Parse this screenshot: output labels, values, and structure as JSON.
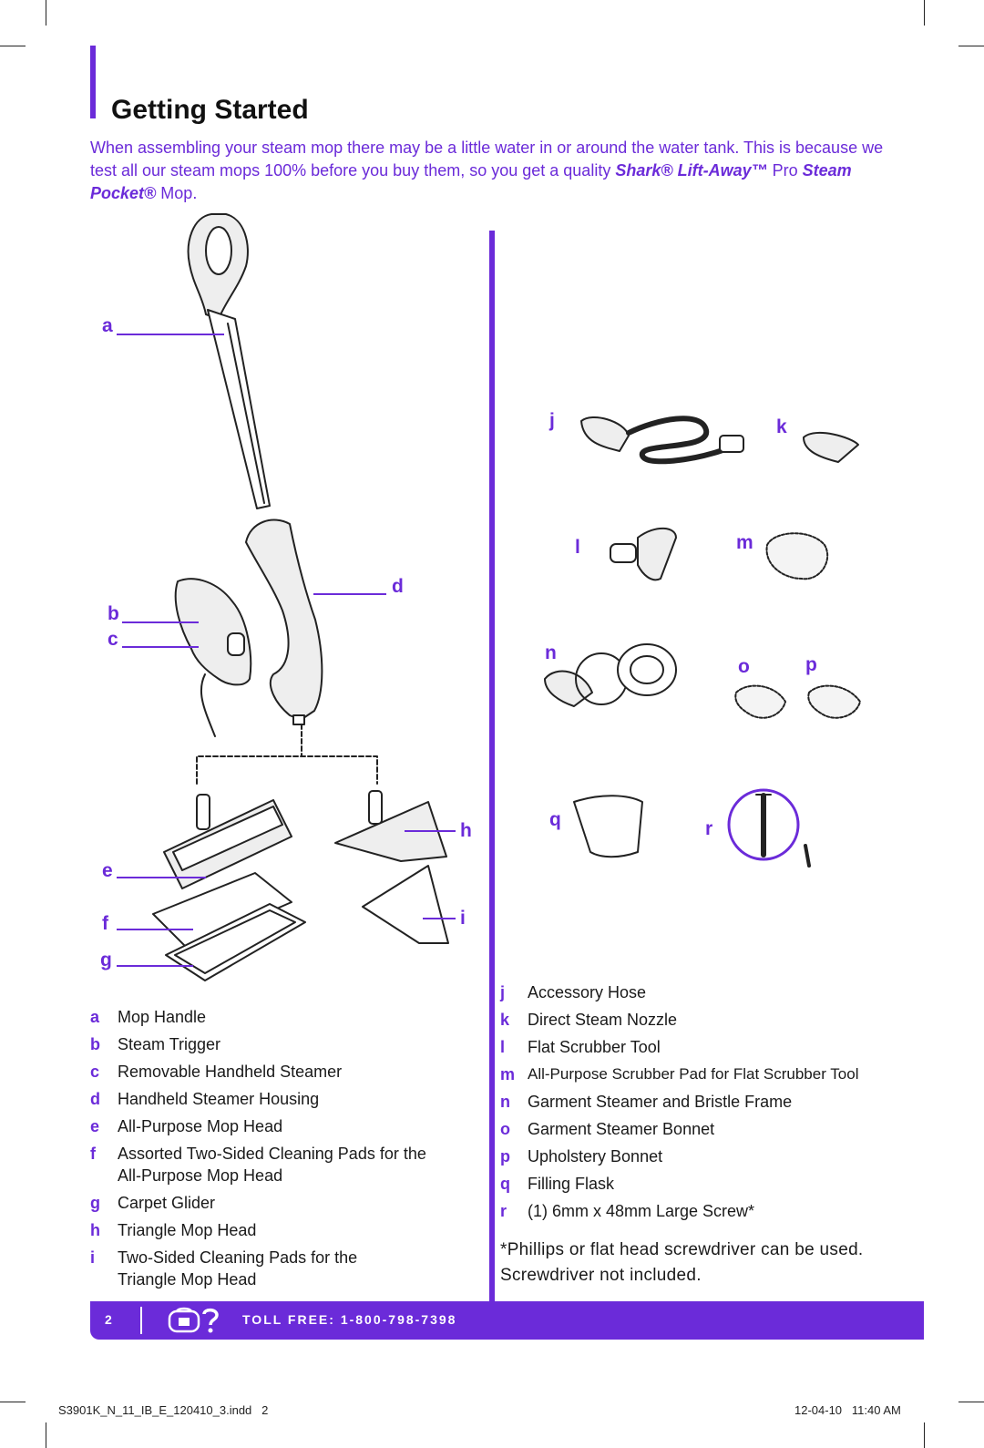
{
  "page": {
    "title": "Getting Started",
    "intro_text_1": "When assembling your steam mop there may be a little water in or around the water tank. This is because we test all our steam mops 100% before you buy them, so you get a quality ",
    "intro_brand_1": "Shark® Lift-Away™",
    "intro_pro": " Pro ",
    "intro_brand_2": "Steam Pocket®",
    "intro_text_2": " Mop."
  },
  "diagram_letters": [
    "a",
    "b",
    "c",
    "d",
    "e",
    "f",
    "g",
    "h",
    "i",
    "j",
    "k",
    "l",
    "m",
    "n",
    "o",
    "p",
    "q",
    "r"
  ],
  "legend_left": [
    {
      "key": "a",
      "label": "Mop Handle"
    },
    {
      "key": "b",
      "label": "Steam Trigger"
    },
    {
      "key": "c",
      "label": "Removable Handheld Steamer"
    },
    {
      "key": "d",
      "label": "Handheld Steamer Housing"
    },
    {
      "key": "e",
      "label": "All-Purpose Mop Head"
    },
    {
      "key": "f",
      "label": "Assorted Two-Sided Cleaning Pads for the All-Purpose Mop Head"
    },
    {
      "key": "g",
      "label": "Carpet Glider"
    },
    {
      "key": "h",
      "label": "Triangle Mop Head"
    },
    {
      "key": "i",
      "label": "Two-Sided Cleaning Pads for the Triangle Mop Head"
    }
  ],
  "legend_right": [
    {
      "key": "j",
      "label": "Accessory Hose"
    },
    {
      "key": "k",
      "label": "Direct Steam Nozzle"
    },
    {
      "key": "l",
      "label": "Flat Scrubber Tool"
    },
    {
      "key": "m",
      "label": "All-Purpose Scrubber Pad for Flat Scrubber Tool"
    },
    {
      "key": "n",
      "label": "Garment Steamer and Bristle Frame"
    },
    {
      "key": "o",
      "label": "Garment Steamer Bonnet"
    },
    {
      "key": "p",
      "label": "Upholstery Bonnet"
    },
    {
      "key": "q",
      "label": "Filling Flask"
    },
    {
      "key": "r",
      "label": "(1) 6mm x 48mm Large Screw*"
    }
  ],
  "note": "*Phillips or flat head screwdriver can be used. Screwdriver not included.",
  "footer": {
    "page_number": "2",
    "phone_icon": "phone-question-icon",
    "toll_free": "TOLL FREE: 1-800-798-7398"
  },
  "slug": {
    "file": "S3901K_N_11_IB_E_120410_3.indd   2",
    "date": "12-04-10   11:40 AM"
  },
  "colors": {
    "accent": "#6b2bd9",
    "text": "#1a1a1a"
  }
}
